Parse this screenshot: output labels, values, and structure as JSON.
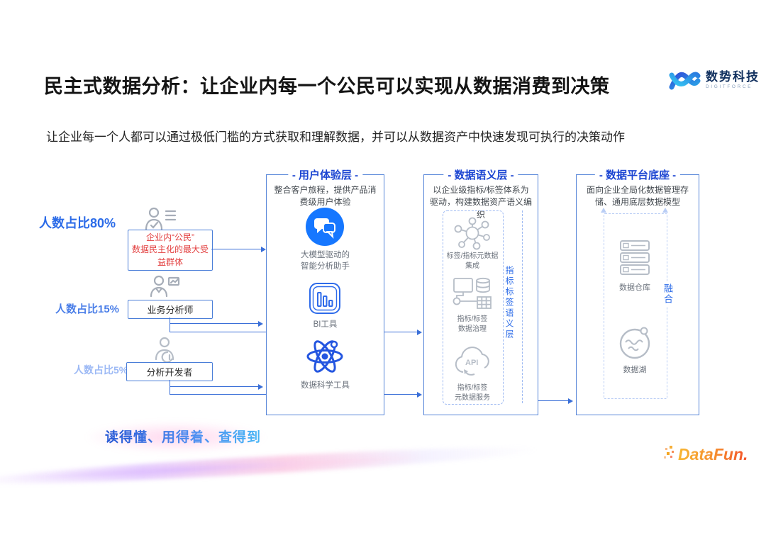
{
  "slide": {
    "title": "民主式数据分析：让企业内每一个公民可以实现从数据消费到决策",
    "subtitle": "让企业每一个人都可以通过极低门槛的方式获取和理解数据，并可以从数据资产中快速发现可执行的决策动作",
    "brand": {
      "name": "数势科技",
      "tagline": "DIGITFORCE"
    },
    "slogan": "读得懂、用得着、查得到",
    "footer_brand": "DataFun.",
    "accent_blue": "#2b6be8",
    "accent_red": "#e23d3d",
    "accent_orange": "#f4702a"
  },
  "personas": [
    {
      "ratio": "人数占比80%",
      "icon": "user-checklist-icon",
      "label": "企业内“公民”\n数据民主化的最大受\n益群体"
    },
    {
      "ratio": "人数占比15%",
      "icon": "user-analyst-icon",
      "label": "业务分析师"
    },
    {
      "ratio": "人数占比5%",
      "icon": "user-developer-icon",
      "label": "分析开发者"
    }
  ],
  "layers": [
    {
      "title": "- 用户体验层 -",
      "desc": "整合客户旅程，提供产品消费级用户体验",
      "items": [
        {
          "icon": "chat-bubbles-icon",
          "label": "大模型驱动的\n智能分析助手"
        },
        {
          "icon": "bi-chart-icon",
          "label": "BI工具"
        },
        {
          "icon": "atom-icon",
          "label": "数据科学工具"
        }
      ]
    },
    {
      "title": "- 数据语义层 -",
      "desc": "以企业级指标/标签体系为驱动，构建数据资产语义编织",
      "side_label": "指标标签语义层",
      "items": [
        {
          "icon": "graph-network-icon",
          "label": "标签/指标元数据\n集成"
        },
        {
          "icon": "metric-manage-icon",
          "label": "指标/标签\n数据治理"
        },
        {
          "icon": "api-cloud-icon",
          "label": "指标/标签\n元数据服务"
        }
      ]
    },
    {
      "title": "- 数据平台底座 -",
      "desc": "面向企业全局化数据管理存储、通用底层数据模型",
      "side_label": "融合",
      "items": [
        {
          "icon": "server-stack-icon",
          "label": "数据仓库"
        },
        {
          "icon": "data-lake-icon",
          "label": "数据湖"
        }
      ]
    }
  ]
}
